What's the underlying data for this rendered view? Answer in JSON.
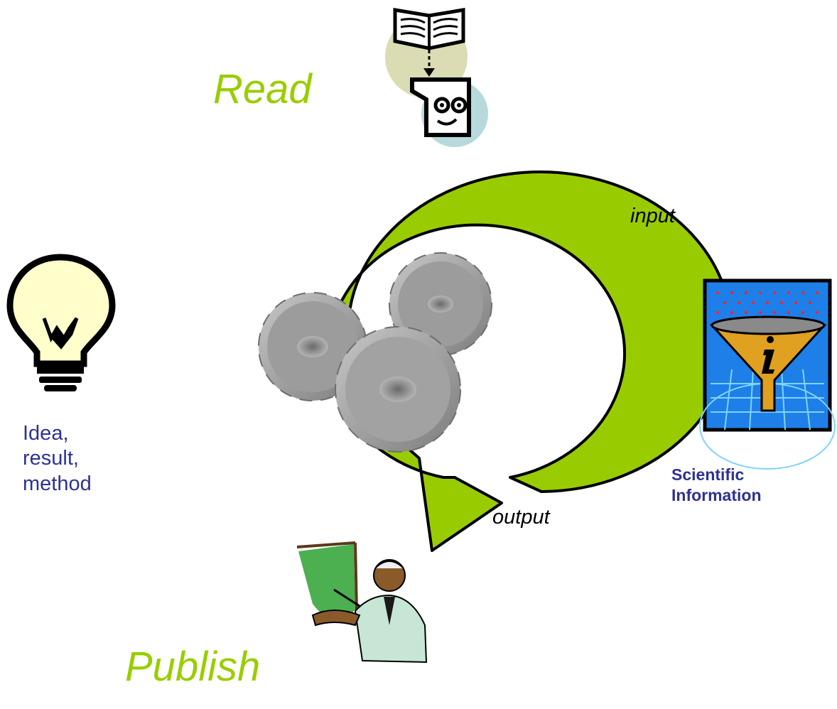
{
  "labels": {
    "read": "Read",
    "input": "input",
    "output": "output",
    "publish": "Publish",
    "idea_lines": [
      "Idea,",
      "result,",
      "method"
    ],
    "sci_lines": [
      "Scientific",
      "Information"
    ]
  },
  "colors": {
    "arrow": "#99cc00",
    "green_text": "#9acd00",
    "blue_text": "#2e3192",
    "gear": "#9a9a9a",
    "bulb": "#ffffcc",
    "funnel_bg": "#1e7fe8",
    "funnel": "#e0a020"
  },
  "icons": [
    "book-reader-icon",
    "gears-icon",
    "lightbulb-icon",
    "funnel-info-icon",
    "presenter-icon"
  ]
}
